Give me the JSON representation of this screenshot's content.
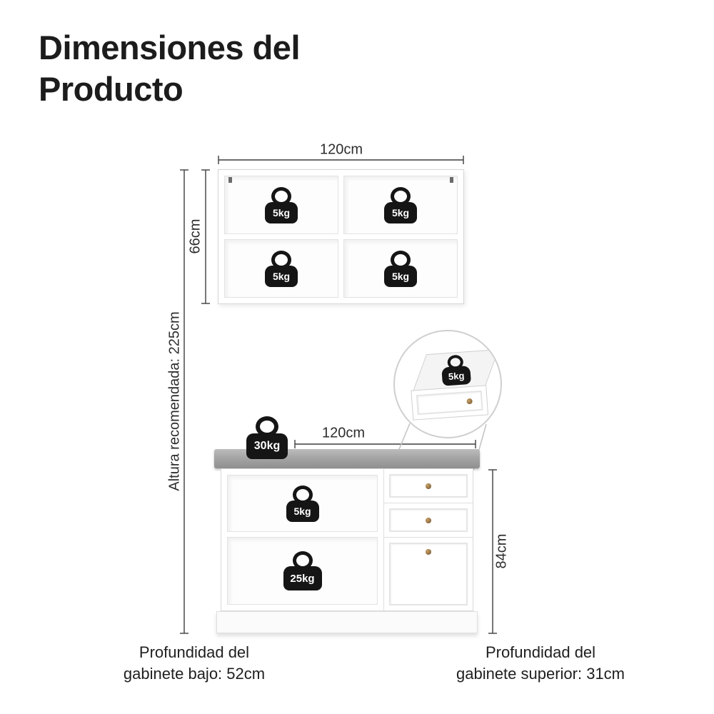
{
  "title": {
    "line1": "Dimensiones del",
    "line2": "Producto"
  },
  "dimensions": {
    "upper_cabinet_width": "120cm",
    "upper_cabinet_height": "66cm",
    "recommended_height": "Altura recomendada: 225cm",
    "base_cabinet_width": "120cm",
    "base_cabinet_height": "84cm"
  },
  "weights": {
    "upper_cells": [
      "5kg",
      "5kg",
      "5kg",
      "5kg"
    ],
    "drawer_detail": "5kg",
    "countertop": "30kg",
    "base_shelf": "5kg",
    "base_bottom": "25kg"
  },
  "footer": {
    "left": {
      "line1": "Profundidad del",
      "line2": "gabinete bajo: 52cm"
    },
    "right": {
      "line1": "Profundidad del",
      "line2": "gabinete superior: 31cm"
    }
  },
  "colors": {
    "weight_fill": "#151515",
    "knob_bronze": "#6d4e2a",
    "countertop_gray": "#a5a5a5",
    "dimension_line": "#3d3d3d"
  }
}
